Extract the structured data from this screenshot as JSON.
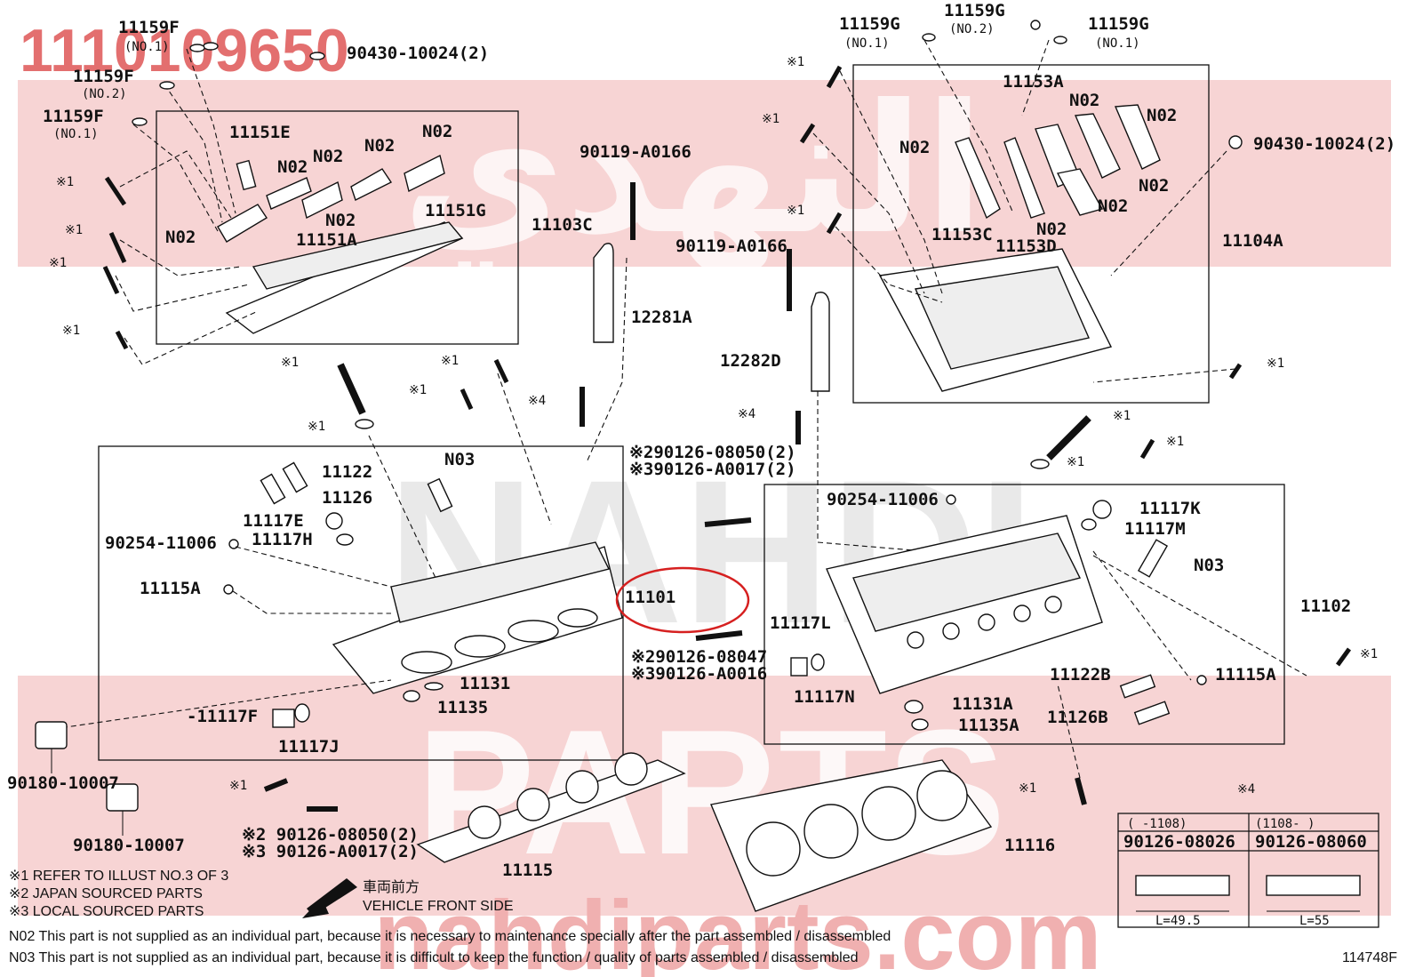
{
  "watermark": {
    "part_number": "1110109650",
    "brand_top": "النهدي",
    "brand_mid": "NAHDI",
    "brand_latin": "PARTS",
    "site": "nahdiparts.com",
    "colors": {
      "red_band": "#f3c6c6",
      "red_text": "#e06060",
      "grey": "#e3e3e3"
    }
  },
  "callouts": {
    "f1_no1_top": "11159F",
    "f1_no1_top_sub": "(NO.1)",
    "f_no2": "11159F",
    "f_no2_sub": "(NO.2)",
    "f_no1": "11159F",
    "f_no1_sub": "(NO.1)",
    "nut_left": "90430-10024(2)",
    "c11151E": "11151E",
    "n02_a": "N02",
    "n02_b": "N02",
    "n02_c": "N02",
    "n02_d": "N02",
    "n02_e": "N02",
    "n02_f": "N02",
    "c11151G": "11151G",
    "c11151A": "11151A",
    "c11103C": "11103C",
    "ref1_a": "※1",
    "ref1_b": "※1",
    "ref1_c": "※1",
    "ref1_d": "※1",
    "bolt_90119_a": "90119-A0166",
    "c12281A": "12281A",
    "g_no1_l": "11159G",
    "g_no1_l_sub": "(NO.1)",
    "g_no2": "11159G",
    "g_no2_sub": "(NO.2)",
    "g_no1_r": "11159G",
    "g_no1_r_sub": "(NO.1)",
    "c11153A": "11153A",
    "rn02_a": "N02",
    "rn02_b": "N02",
    "rn02_c": "N02",
    "rn02_d": "N02",
    "rn02_e": "N02",
    "rn02_f": "N02",
    "nut_right": "90430-10024(2)",
    "c11153C": "11153C",
    "c11153D": "11153D",
    "c11104A": "11104A",
    "rref1_a": "※1",
    "rref1_b": "※1",
    "rref1_c": "※1",
    "rref1_d": "※1",
    "bolt_90119_b": "90119-A0166",
    "c12282D": "12282D",
    "mref1_a": "※1",
    "mref1_b": "※1",
    "mref1_c": "※1",
    "mref4_a": "※4",
    "mref4_b": "※4",
    "mref1_d": "※1",
    "mref1_e": "※1",
    "mref1_f": "※1",
    "stud2": "※290126-08050(2)",
    "stud3": "※390126-A0017(2)",
    "c11122": "11122",
    "c11126": "11126",
    "cN03_l": "N03",
    "c11117E": "11117E",
    "c11117H": "11117H",
    "plug_l": "90254-11006",
    "c11115A_l": "11115A",
    "c11101": "11101",
    "stud_mid2": "※290126-08047",
    "stud_mid3": "※390126-A0016",
    "c11131": "11131",
    "c11135": "11135",
    "c11117F": "-11117F",
    "c11117J": "11117J",
    "c90180_a": "90180-10007",
    "c90180_b": "90180-10007",
    "bref1": "※1",
    "bstud2": "※2 90126-08050(2)",
    "bstud3": "※3 90126-A0017(2)",
    "c11115": "11115",
    "plug_r": "90254-11006",
    "c11117K": "11117K",
    "c11117M": "11117M",
    "cN03_r": "N03",
    "c11102": "11102",
    "c11117L": "11117L",
    "c11117N": "11117N",
    "c11131A": "11131A",
    "c11135A": "11135A",
    "c11122B": "11122B",
    "c11126B": "11126B",
    "c11115A_r": "11115A",
    "rref1_e": "※1",
    "c11116": "11116",
    "rref1_f": "※1"
  },
  "table": {
    "ref": "※4",
    "col1_head": "(    -1108)",
    "col2_head": "(1108-    )",
    "col1_part": "90126-08026",
    "col2_part": "90126-08060",
    "col1_len": "L=49.5",
    "col2_len": "L=55"
  },
  "front": {
    "jp": "車両前方",
    "en": "VEHICLE FRONT SIDE"
  },
  "notes": {
    "n1": "※1 REFER TO ILLUST NO.3 OF 3",
    "n2": "※2 JAPAN SOURCED PARTS",
    "n3": "※3 LOCAL SOURCED PARTS",
    "n4": "N02  This part is not supplied as an individual part, because it is necessary to maintenance specially after the part assembled / disassembled",
    "n5": "N03  This part is not supplied as an individual part, because it is difficult to keep the function / quality of parts  assembled / disassembled"
  },
  "illust_id": "114748F"
}
